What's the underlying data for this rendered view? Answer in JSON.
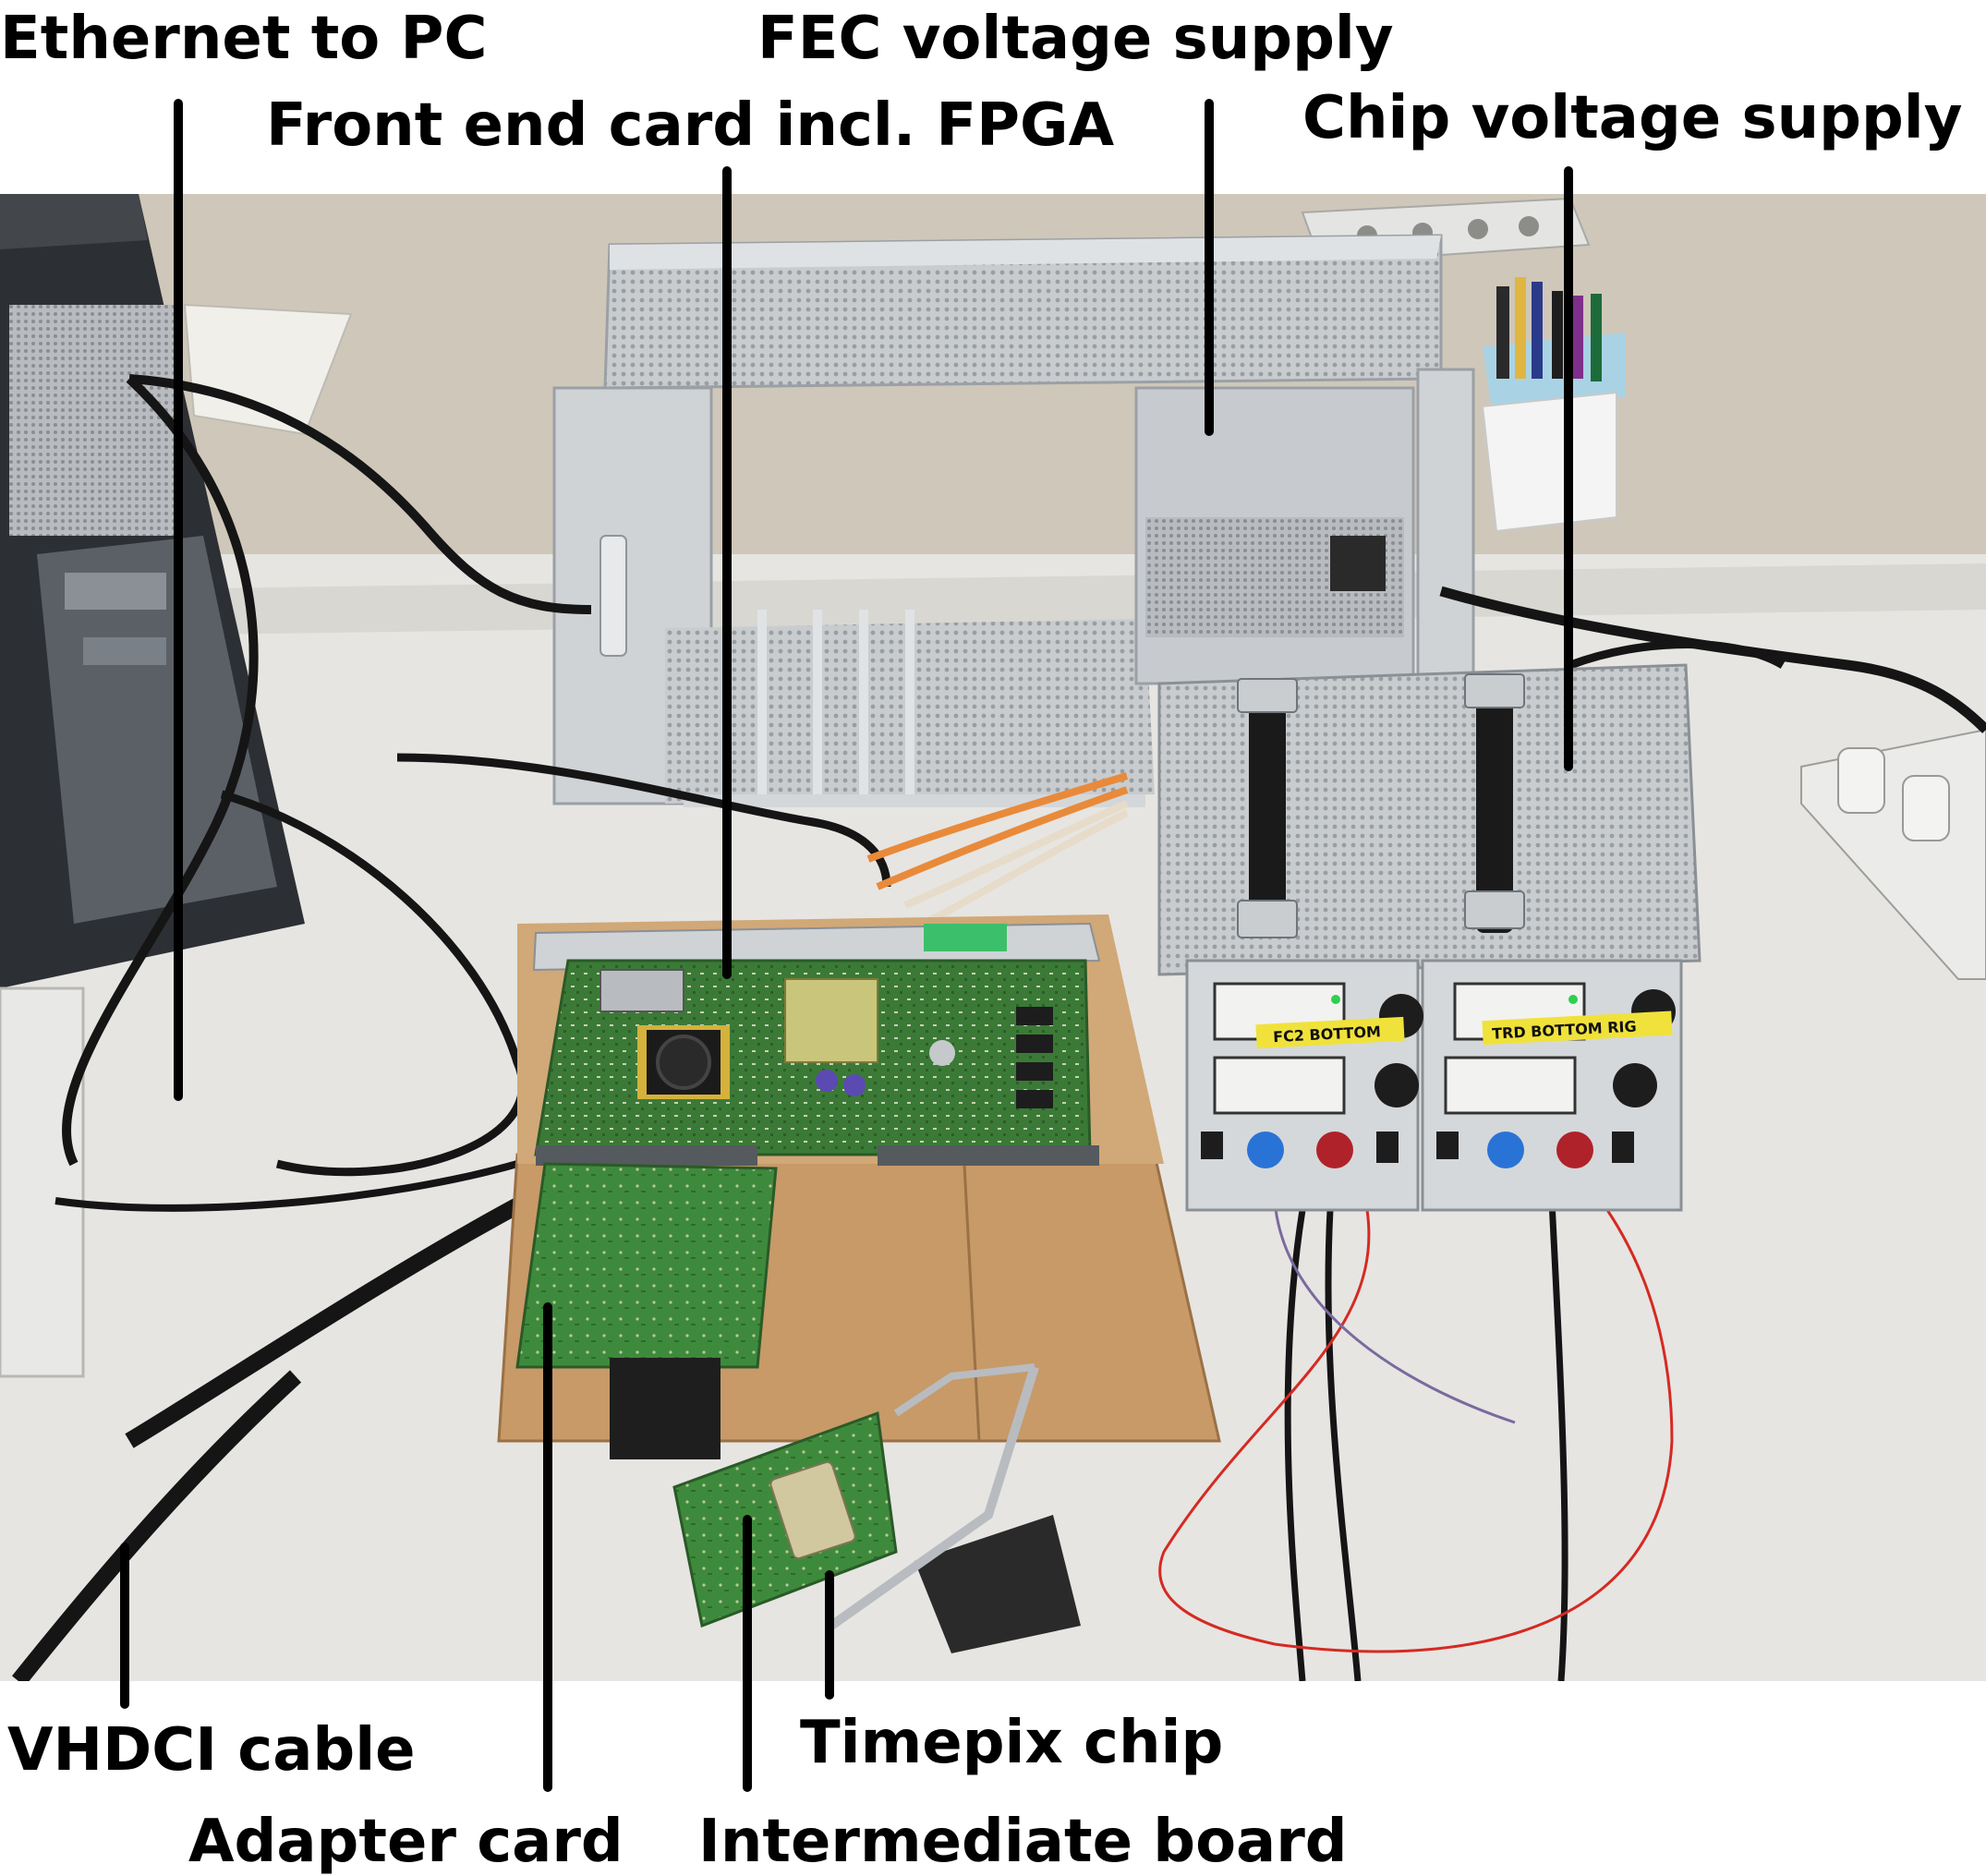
{
  "figure": {
    "labels": {
      "ethernet": "Ethernet to PC",
      "fec_voltage": "FEC voltage supply",
      "front_end_card": "Front end card incl. FPGA",
      "chip_voltage": "Chip voltage supply",
      "vhdci": "VHDCI cable",
      "adapter": "Adapter card",
      "timepix": "Timepix chip",
      "intermediate": "Intermediate board"
    },
    "supply_tags": {
      "left": "FC2 BOTTOM",
      "right": "TRD BOTTOM RIG"
    },
    "colors": {
      "label_text": "#000000",
      "table": "#e6e5e2",
      "wall": "#cfc7b9",
      "pcb": "#3f7f3a",
      "cardboard": "#c79a68",
      "metal": "#c4c8cc",
      "supply_body": "#b9bec3",
      "cable": "#151515",
      "orange_cable": "#e98a3a",
      "red_wire": "#d52a22"
    }
  }
}
